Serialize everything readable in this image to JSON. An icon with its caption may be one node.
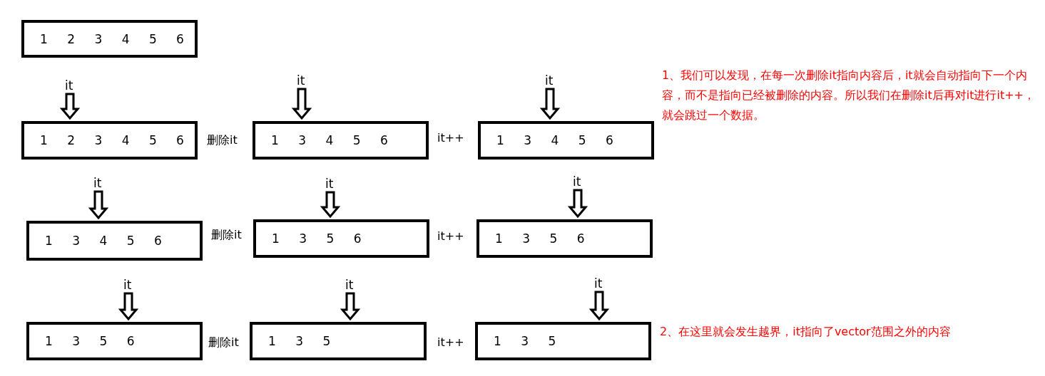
{
  "diagram": {
    "nodes": [
      {
        "text": [
          "1 2 3 4 5 6"
        ]
      },
      {
        "text": [
          "it"
        ]
      },
      {
        "text": [
          "it"
        ]
      },
      {
        "text": [
          "it"
        ]
      },
      {
        "text": [
          "1 2 3 4 5 6"
        ]
      },
      {
        "text": [
          "1 3 4 5 6"
        ]
      },
      {
        "text": [
          "1 3 4 5 6"
        ]
      },
      {
        "text": [
          "it"
        ]
      },
      {
        "text": [
          "it"
        ]
      },
      {
        "text": [
          "it"
        ]
      },
      {
        "text": [
          "1 3 4 5 6"
        ]
      },
      {
        "text": [
          "1 3 5 6"
        ]
      },
      {
        "text": [
          "1 3 5 6"
        ]
      },
      {
        "text": [
          "it"
        ]
      },
      {
        "text": [
          "it"
        ]
      },
      {
        "text": [
          "it"
        ]
      },
      {
        "text": [
          "1 3 5 6"
        ]
      },
      {
        "text": [
          "1 3 5"
        ]
      },
      {
        "text": [
          "1 3 5"
        ]
      }
    ],
    "edges": [
      {
        "from": 1,
        "to": 4,
        "arrow": "to",
        "style": "thick"
      },
      {
        "from": 2,
        "to": 5,
        "arrow": "to",
        "style": "thick"
      },
      {
        "from": 3,
        "to": 6,
        "arrow": "to",
        "style": "thick"
      },
      {
        "from": 7,
        "to": 10,
        "arrow": "to",
        "style": "thick"
      },
      {
        "from": 8,
        "to": 11,
        "arrow": "to",
        "style": "thick"
      },
      {
        "from": 9,
        "to": 12,
        "arrow": "to",
        "style": "thick"
      },
      {
        "from": 13,
        "to": 16,
        "arrow": "to",
        "style": "thick"
      },
      {
        "from": 14,
        "to": 17,
        "arrow": "to",
        "style": "thick"
      },
      {
        "from": 15,
        "to": 18,
        "arrow": "to",
        "style": "thick"
      }
    ],
    "labels": [
      "删除it",
      "it++",
      "1、我们可以发现，在每一次删除it指向内容后，it就会自动指向下一个内容，而不是指向已经被删除的内容。所以我们在删除it后再对it进行it++，就会跳过一个数据。",
      "删除it",
      "it++",
      "删除it",
      "it++",
      "2、在这里就会发生越界，it指向了vector范围之外的内容"
    ]
  }
}
